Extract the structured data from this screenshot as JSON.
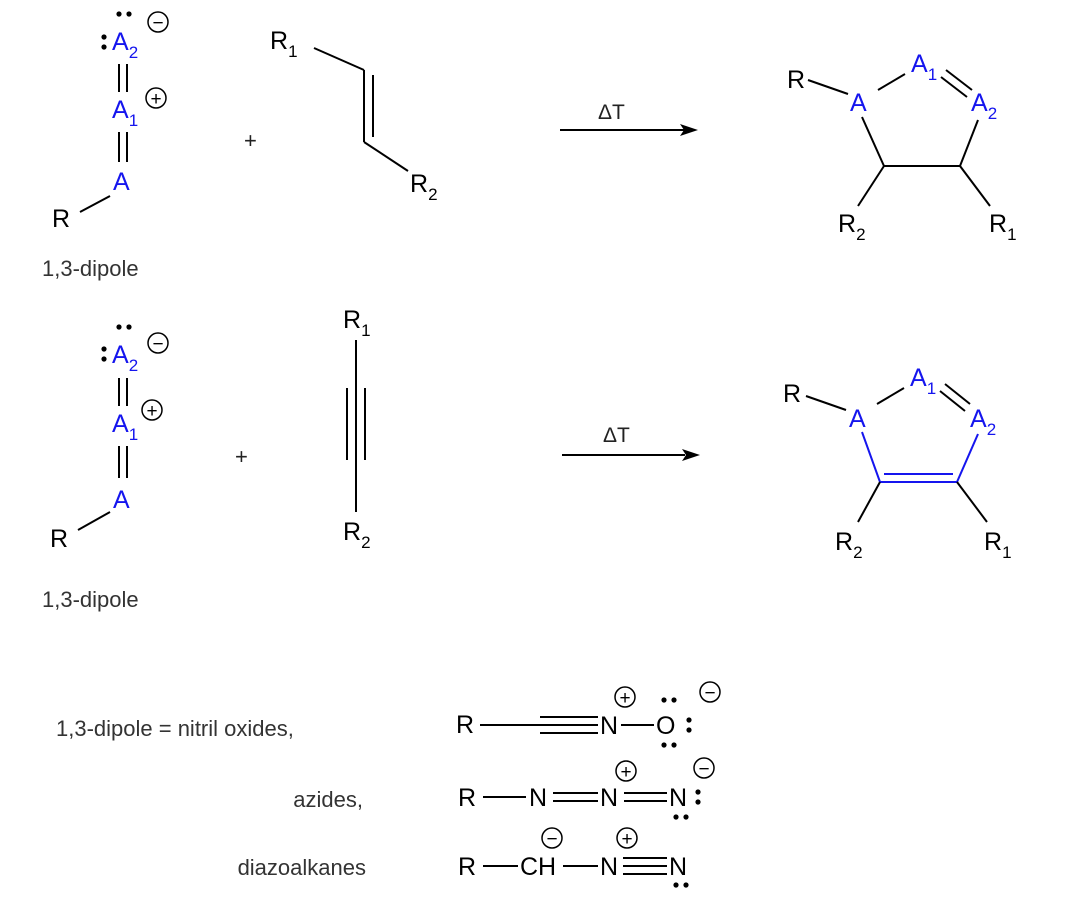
{
  "colors": {
    "dipole_atoms": "#1515ee",
    "bonds": "#000000",
    "caption": "#333333"
  },
  "charges": {
    "plus": "+",
    "minus": "−"
  },
  "atoms": {
    "A": "A",
    "A_letter": "A",
    "R": "R",
    "R_letter": "R",
    "N": "N",
    "O": "O",
    "CH": "CH"
  },
  "subscripts": {
    "one": "1",
    "two": "2"
  },
  "plus_sign": "+",
  "condition": "ΔT",
  "reactions": [
    {
      "caption": "1,3-dipole",
      "dipolarophile": "alkene",
      "product": "dihydro five-membered ring"
    },
    {
      "caption": "1,3-dipole",
      "dipolarophile": "alkyne",
      "product": "aromatic five-membered ring"
    }
  ],
  "dipole_list": {
    "lead": "1,3-dipole = nitril oxides,",
    "items": [
      "azides,",
      "diazoalkanes"
    ]
  }
}
